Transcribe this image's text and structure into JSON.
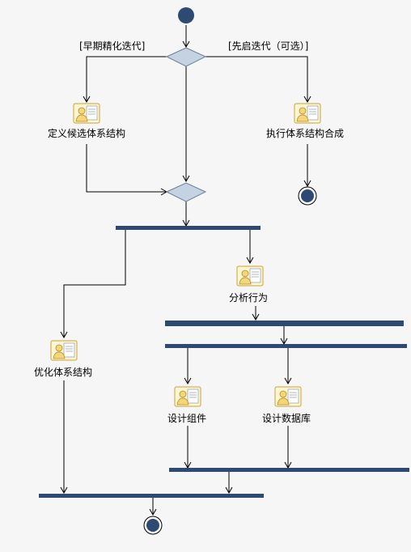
{
  "guards": {
    "early_iteration": "[早期精化迭代]",
    "later_iteration": "[先启迭代（可选）]"
  },
  "activities": {
    "define_candidate_architecture": "定义候选体系结构",
    "perform_architecture_synthesis": "执行体系结构合成",
    "analyze_behavior": "分析行为",
    "refine_architecture": "优化体系结构",
    "design_components": "设计组件",
    "design_database": "设计数据库"
  },
  "colors": {
    "node_fill": "#2e4a72",
    "decision_fill": "#c4d2e2",
    "decision_stroke": "#6b7f9a",
    "line": "#000000",
    "icon_fill": "#fff2b8",
    "icon_stroke": "#c8a13c"
  }
}
